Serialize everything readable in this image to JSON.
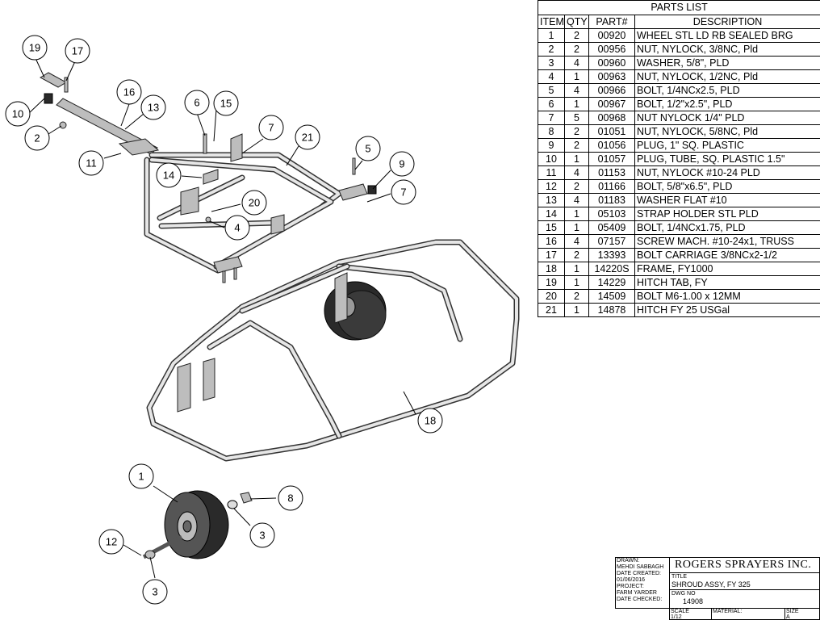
{
  "parts_list": {
    "title": "PARTS LIST",
    "columns": [
      "ITEM",
      "QTY",
      "PART#",
      "DESCRIPTION"
    ],
    "rows": [
      [
        "1",
        "2",
        "00920",
        "WHEEL STL LD RB SEALED BRG"
      ],
      [
        "2",
        "2",
        "00956",
        "NUT, NYLOCK, 3/8NC, Pld"
      ],
      [
        "3",
        "4",
        "00960",
        "WASHER, 5/8\", PLD"
      ],
      [
        "4",
        "1",
        "00963",
        "NUT, NYLOCK, 1/2NC, Pld"
      ],
      [
        "5",
        "4",
        "00966",
        "BOLT, 1/4NCx2.5, PLD"
      ],
      [
        "6",
        "1",
        "00967",
        "BOLT, 1/2\"x2.5\", PLD"
      ],
      [
        "7",
        "5",
        "00968",
        "NUT NYLOCK 1/4\" PLD"
      ],
      [
        "8",
        "2",
        "01051",
        "NUT, NYLOCK, 5/8NC, Pld"
      ],
      [
        "9",
        "2",
        "01056",
        "PLUG, 1\" SQ. PLASTIC"
      ],
      [
        "10",
        "1",
        "01057",
        "PLUG, TUBE, SQ. PLASTIC 1.5\""
      ],
      [
        "11",
        "4",
        "01153",
        "NUT, NYLOCK #10-24 PLD"
      ],
      [
        "12",
        "2",
        "01166",
        "BOLT, 5/8\"x6.5\", PLD"
      ],
      [
        "13",
        "4",
        "01183",
        "WASHER FLAT #10"
      ],
      [
        "14",
        "1",
        "05103",
        "STRAP HOLDER STL PLD"
      ],
      [
        "15",
        "1",
        "05409",
        "BOLT, 1/4NCx1.75, PLD"
      ],
      [
        "16",
        "4",
        "07157",
        "SCREW MACH. #10-24x1, TRUSS"
      ],
      [
        "17",
        "2",
        "13393",
        "BOLT CARRIAGE 3/8NCx2-1/2"
      ],
      [
        "18",
        "1",
        "14220S",
        "FRAME, FY1000"
      ],
      [
        "19",
        "1",
        "14229",
        "HITCH TAB, FY"
      ],
      [
        "20",
        "2",
        "14509",
        "BOLT M6-1.00 x 12MM"
      ],
      [
        "21",
        "1",
        "14878",
        "HITCH FY 25 USGal"
      ]
    ]
  },
  "balloons": [
    "19",
    "17",
    "10",
    "16",
    "13",
    "2",
    "11",
    "6",
    "15",
    "7",
    "21",
    "14",
    "20",
    "4",
    "5",
    "9",
    "7",
    "18",
    "1",
    "8",
    "3",
    "12",
    "3"
  ],
  "title_block": {
    "drawn_label": "DRAWN:",
    "drawn_value": "MEHDI SABBAGH",
    "date_created_label": "DATE CREATED:",
    "date_created_value": "01/06/2016",
    "project_label": "PROJECT:",
    "project_value": "FARM YARDER",
    "date_checked_label": "DATE CHECKED:",
    "company": "ROGERS SPRAYERS INC.",
    "title_label": "TITLE",
    "title_value": "SHROUD ASSY, FY 325",
    "dwg_no_label": "DWG NO",
    "dwg_no_value": "14908",
    "scale_label": "SCALE",
    "scale_value": "1/12",
    "material_label": "MATERIAL:",
    "size_label": "SIZE",
    "size_value": "A"
  }
}
